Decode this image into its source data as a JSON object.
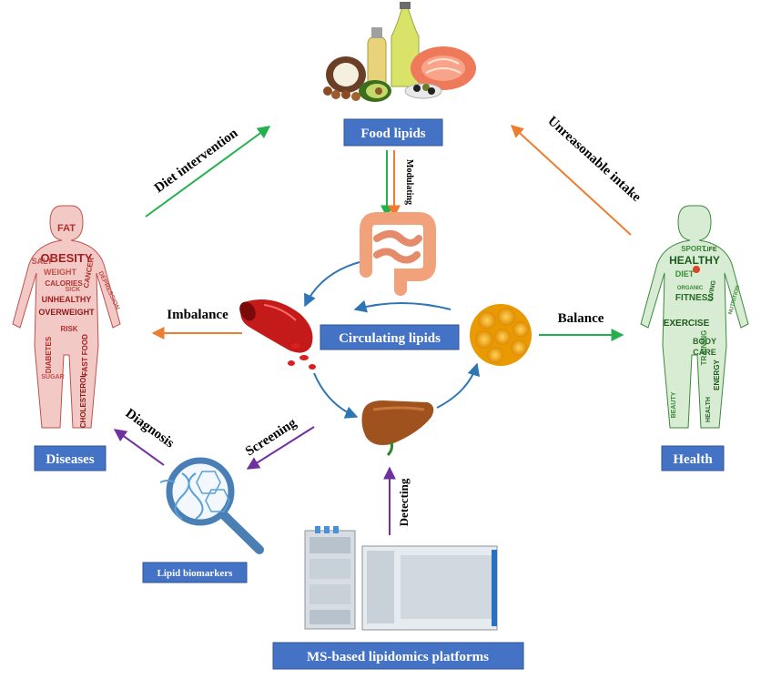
{
  "boxes": {
    "food_lipids": "Food lipids",
    "circulating_lipids": "Circulating lipids",
    "diseases": "Diseases",
    "health": "Health",
    "lipid_biomarkers": "Lipid biomarkers",
    "ms_platforms": "MS-based lipidomics platforms"
  },
  "arrows": {
    "diet_intervention": "Diet intervention",
    "unreasonable_intake": "Unreasonable intake",
    "modulating": "Modulating",
    "imbalance": "Imbalance",
    "balance": "Balance",
    "diagnosis": "Diagnosis",
    "screening": "Screening",
    "detecting": "Detecting"
  },
  "disease_words": [
    "FAT",
    "OBESITY",
    "WEIGHT",
    "CALORIES",
    "SALT",
    "UNHEALTHY",
    "OVERWEIGHT",
    "DIABETES",
    "FAST FOOD",
    "CHOLESTEROL",
    "DEPRESSION",
    "CANCER",
    "RISK",
    "SUGAR",
    "SICK"
  ],
  "health_words": [
    "SPORT",
    "LIFE",
    "HEALTHY",
    "DIET",
    "FITNESS",
    "EXERCISE",
    "TRAINING",
    "BODY",
    "CARE",
    "ENERGY",
    "BEAUTY",
    "HEALTH",
    "ORGANIC",
    "LIVING",
    "NUTRITION"
  ],
  "colors": {
    "box_fill": "#4472c4",
    "green_arrow": "#22b14c",
    "orange_arrow": "#ed7d31",
    "blue_arrow": "#2e75b6",
    "purple_arrow": "#7030a0",
    "disease_body": "#c0504d",
    "health_body": "#3a8a3a"
  },
  "icons": [
    "food-illustration-icon",
    "intestine-icon",
    "blood-vessel-icon",
    "adipose-cells-icon",
    "liver-icon",
    "magnifier-dna-icon",
    "mass-spectrometer-icon",
    "disease-body-icon",
    "health-body-icon"
  ]
}
